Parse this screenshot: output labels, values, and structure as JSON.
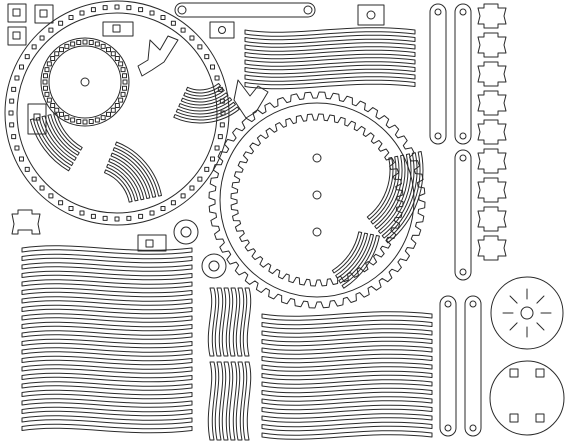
{
  "sheet": {
    "kind": "laser-cut part layout",
    "stroke_color": "#2a2a2a",
    "background_color": "#ffffff",
    "labels": []
  },
  "parts": {
    "large_ring_teeth": 48,
    "small_wheel_holes": 40,
    "outer_ring_holes": 56,
    "star_connectors": 9,
    "rounded_links": 5,
    "wave_strip_stacks": 7
  }
}
